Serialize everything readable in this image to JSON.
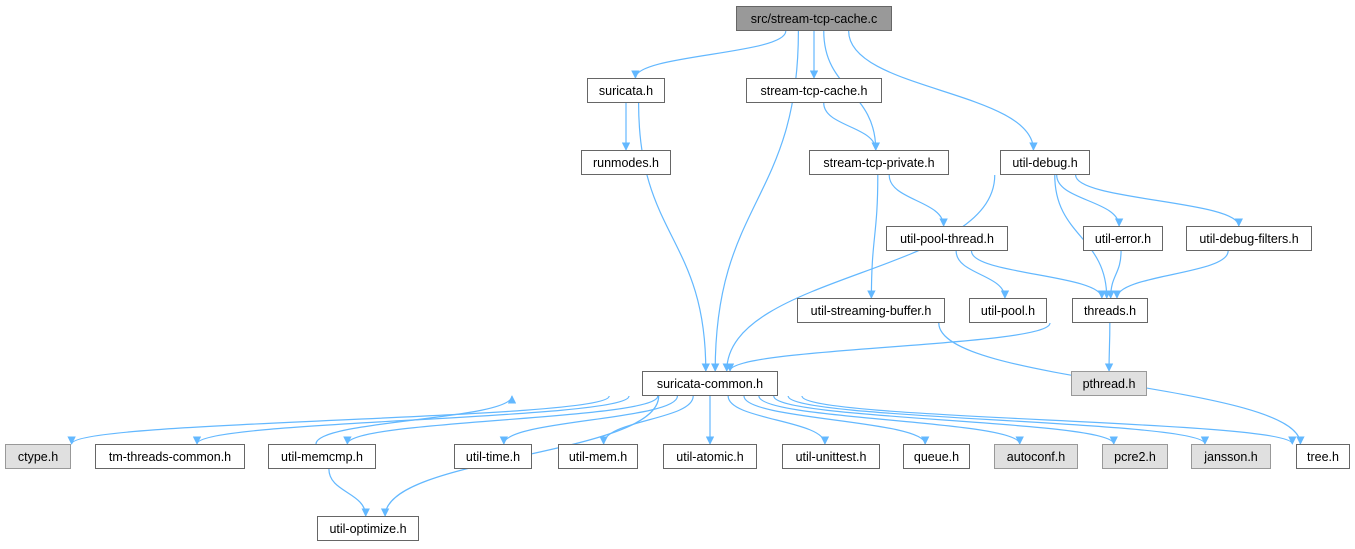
{
  "graph": {
    "edge_color": "#63b8ff",
    "nodes": {
      "root": {
        "label": "src/stream-tcp-cache.c",
        "kind": "root"
      },
      "suricata": {
        "label": "suricata.h",
        "kind": "link"
      },
      "stcache": {
        "label": "stream-tcp-cache.h",
        "kind": "link"
      },
      "runmodes": {
        "label": "runmodes.h",
        "kind": "link"
      },
      "stpriv": {
        "label": "stream-tcp-private.h",
        "kind": "link"
      },
      "udebug": {
        "label": "util-debug.h",
        "kind": "link"
      },
      "upoolthread": {
        "label": "util-pool-thread.h",
        "kind": "link"
      },
      "uerror": {
        "label": "util-error.h",
        "kind": "link"
      },
      "udbgfilters": {
        "label": "util-debug-filters.h",
        "kind": "link"
      },
      "ustream": {
        "label": "util-streaming-buffer.h",
        "kind": "link"
      },
      "upool": {
        "label": "util-pool.h",
        "kind": "link"
      },
      "threads": {
        "label": "threads.h",
        "kind": "link"
      },
      "pthread": {
        "label": "pthread.h",
        "kind": "system"
      },
      "common": {
        "label": "suricata-common.h",
        "kind": "link"
      },
      "ctype": {
        "label": "ctype.h",
        "kind": "system"
      },
      "tmthreads": {
        "label": "tm-threads-common.h",
        "kind": "link"
      },
      "umemcmp": {
        "label": "util-memcmp.h",
        "kind": "link"
      },
      "utime": {
        "label": "util-time.h",
        "kind": "link"
      },
      "umem": {
        "label": "util-mem.h",
        "kind": "link"
      },
      "uatomic": {
        "label": "util-atomic.h",
        "kind": "link"
      },
      "uunittest": {
        "label": "util-unittest.h",
        "kind": "link"
      },
      "queue": {
        "label": "queue.h",
        "kind": "link"
      },
      "autoconf": {
        "label": "autoconf.h",
        "kind": "system"
      },
      "pcre2": {
        "label": "pcre2.h",
        "kind": "system"
      },
      "jansson": {
        "label": "jansson.h",
        "kind": "system"
      },
      "tree": {
        "label": "tree.h",
        "kind": "link"
      },
      "uoptimize": {
        "label": "util-optimize.h",
        "kind": "link"
      }
    },
    "edges": [
      [
        "root",
        "suricata"
      ],
      [
        "root",
        "stcache"
      ],
      [
        "root",
        "common"
      ],
      [
        "root",
        "stpriv"
      ],
      [
        "root",
        "udebug"
      ],
      [
        "suricata",
        "runmodes"
      ],
      [
        "suricata",
        "common"
      ],
      [
        "stcache",
        "stpriv"
      ],
      [
        "stpriv",
        "upoolthread"
      ],
      [
        "stpriv",
        "ustream"
      ],
      [
        "udebug",
        "common"
      ],
      [
        "udebug",
        "threads"
      ],
      [
        "udebug",
        "uerror"
      ],
      [
        "udebug",
        "udbgfilters"
      ],
      [
        "upoolthread",
        "upool"
      ],
      [
        "upoolthread",
        "threads"
      ],
      [
        "uerror",
        "threads"
      ],
      [
        "udbgfilters",
        "threads"
      ],
      [
        "ustream",
        "tree"
      ],
      [
        "threads",
        "common"
      ],
      [
        "threads",
        "pthread"
      ],
      [
        "common",
        "ctype"
      ],
      [
        "common",
        "tmthreads"
      ],
      [
        "common",
        "umemcmp"
      ],
      [
        "common",
        "uoptimize"
      ],
      [
        "common",
        "utime"
      ],
      [
        "common",
        "umem"
      ],
      [
        "common",
        "uatomic"
      ],
      [
        "common",
        "uunittest"
      ],
      [
        "common",
        "queue"
      ],
      [
        "common",
        "autoconf"
      ],
      [
        "common",
        "pcre2"
      ],
      [
        "common",
        "jansson"
      ],
      [
        "common",
        "tree"
      ],
      [
        "umemcmp",
        "common"
      ],
      [
        "umemcmp",
        "uoptimize"
      ]
    ]
  }
}
